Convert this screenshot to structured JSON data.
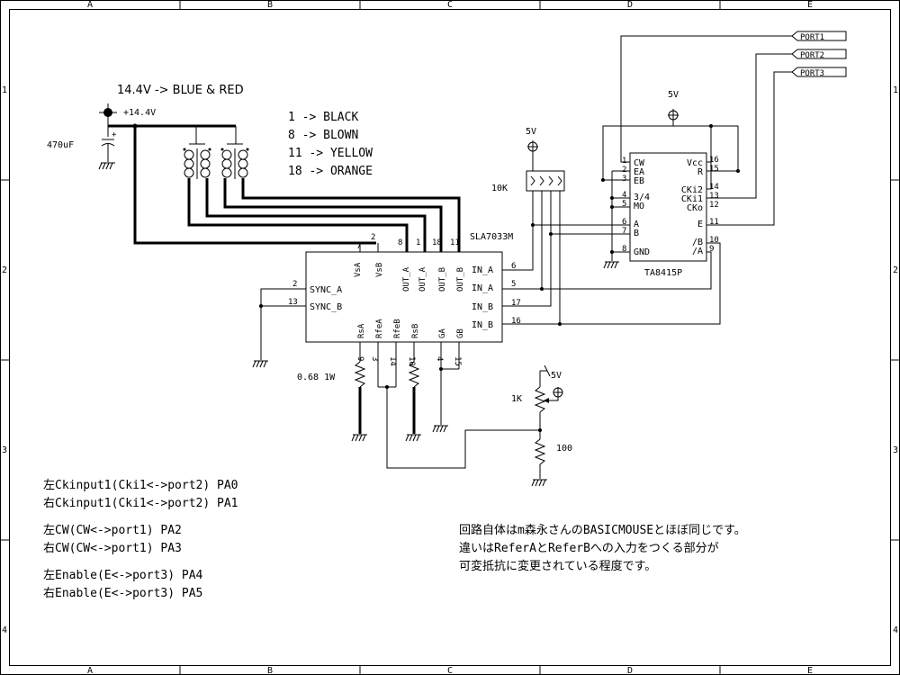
{
  "frame": {
    "cols": [
      "A",
      "B",
      "C",
      "D",
      "E"
    ],
    "rows": [
      "1",
      "2",
      "3",
      "4"
    ]
  },
  "supply_note": "14.4V -> BLUE & RED",
  "supply_label": "+14.4V",
  "capacitor_label": "470uF",
  "wire_legend": [
    "1  -> BLACK",
    "8  -> BLOWN",
    "11 -> YELLOW",
    "18 -> ORANGE"
  ],
  "pullup_label": "5V",
  "rnet_label": "10K",
  "driver": {
    "name": "SLA7033M",
    "top_pins": [
      "VsA",
      "VsB",
      "OUT_A",
      "OUT_A",
      "OUT_B",
      "OUT_B"
    ],
    "top_pin_nums": [
      "7",
      "2",
      "8",
      "1",
      "18",
      "11"
    ],
    "left_pins": [
      "SYNC_A",
      "SYNC_B"
    ],
    "left_pin_nums": [
      "2",
      "13"
    ],
    "right_pins": [
      "IN_A",
      "IN_A",
      "IN_B",
      "IN_B"
    ],
    "right_pin_nums": [
      "6",
      "5",
      "17",
      "16"
    ],
    "bottom_pins": [
      "RsA",
      "RfeA",
      "RfeB",
      "RsB",
      "GA",
      "GB"
    ],
    "bottom_pin_nums": [
      "9",
      "3",
      "14",
      "10",
      "4",
      "15"
    ]
  },
  "controller": {
    "name": "TA8415P",
    "vcc_label": "5V",
    "left_pins": [
      "CW",
      "EA",
      "EB",
      "3/4",
      "MO",
      "A",
      "B",
      "GND"
    ],
    "left_pin_nums": [
      "1",
      "2",
      "3",
      "4",
      "5",
      "6",
      "7",
      "8"
    ],
    "right_pins": [
      "Vcc",
      "R",
      "CKi2",
      "CKi1",
      "CKo",
      "E",
      "/B",
      "/A"
    ],
    "right_pin_nums": [
      "16",
      "15",
      "14",
      "13",
      "12",
      "11",
      "10",
      "9"
    ]
  },
  "ports": [
    "PORT1",
    "PORT2",
    "PORT3"
  ],
  "sense_resistor": "0.68 1W",
  "trim": {
    "pot": "1K",
    "fixed": "100",
    "supply": "5V"
  },
  "pin_notes": [
    "左Ckinput1(Cki1<->port2) PA0",
    "右Ckinput1(Cki1<->port2) PA1",
    "左CW(CW<->port1) PA2",
    "右CW(CW<->port1) PA3",
    "左Enable(E<->port3) PA4",
    "右Enable(E<->port3) PA5"
  ],
  "description": [
    "回路自体はm森永さんのBASICMOUSEとほぼ同じです。",
    "違いはReferAとReferBへの入力をつくる部分が",
    "可変抵抗に変更されている程度です。"
  ]
}
